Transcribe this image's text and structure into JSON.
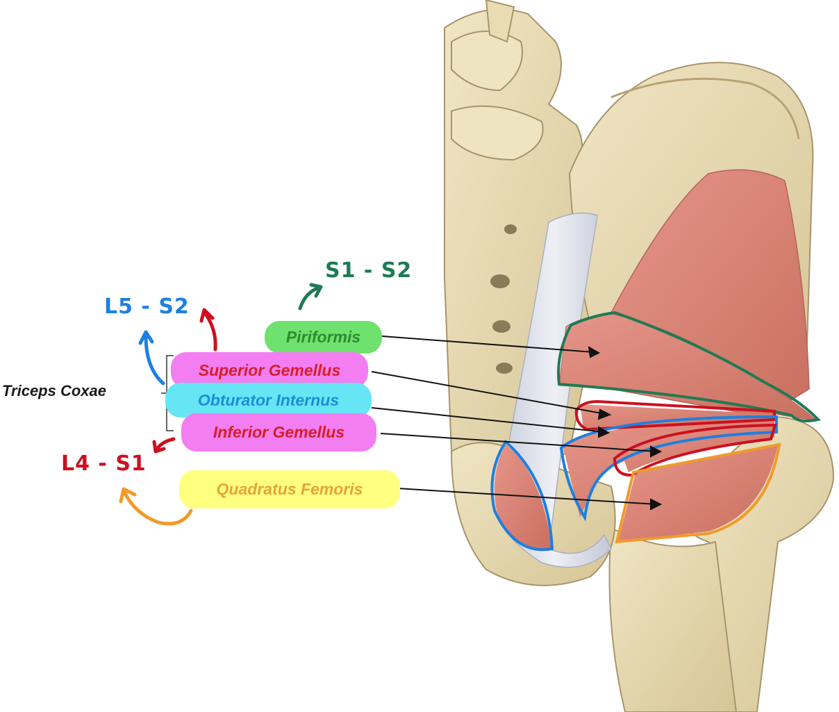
{
  "group_label": "Triceps Coxae",
  "muscles": [
    {
      "name": "Piriformis"
    },
    {
      "name": "Superior Gemellus"
    },
    {
      "name": "Obturator Internus"
    },
    {
      "name": "Inferior Gemellus"
    },
    {
      "name": "Quadratus Femoris"
    }
  ],
  "innervation": {
    "piriformis": "S1 - S2",
    "obturator_superior": "L5 - S2",
    "inferior_quadratus": "L4 - S1"
  },
  "colors": {
    "piriformis_fill": "#6ee16e",
    "piriformis_text": "#2e8b2e",
    "superior_fill": "#f27ef2",
    "superior_text": "#d81e2a",
    "obturator_fill": "#66e6f5",
    "obturator_text": "#1a8ed8",
    "inferior_fill": "#f27ef2",
    "inferior_text": "#d81e2a",
    "quadratus_fill": "#ffff80",
    "quadratus_text": "#e8a23a",
    "green_ink": "#1f7a55",
    "blue_ink": "#1e7fe0",
    "red_ink": "#cc1020",
    "orange_ink": "#f09a2c",
    "bone": "#e8dcb4",
    "muscle": "#d98478",
    "tendon": "#d8dce8"
  }
}
